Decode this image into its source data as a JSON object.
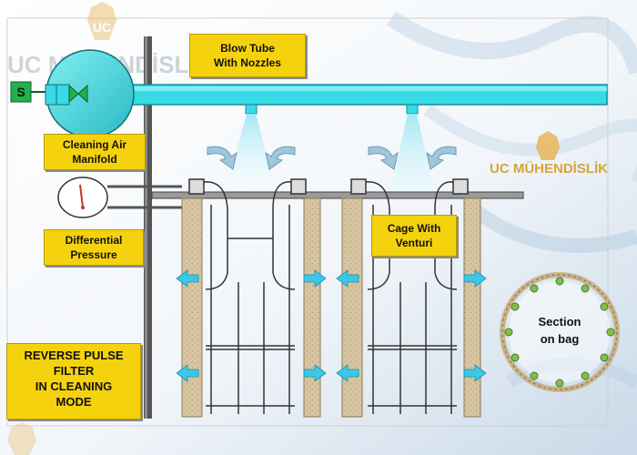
{
  "labels": {
    "blow_tube": [
      "Blow Tube",
      "With Nozzles"
    ],
    "cleaning_air_manifold": [
      "Cleaning Air",
      "Manifold"
    ],
    "differential_pressure": [
      "Differential",
      "Pressure"
    ],
    "cage_with_venturi": [
      "Cage With",
      "Venturi"
    ],
    "solenoid": "S",
    "section_on_bag": [
      "Section",
      "on bag"
    ],
    "title": [
      "REVERSE PULSE",
      "FILTER",
      "IN CLEANING",
      "MODE"
    ]
  },
  "watermark": {
    "brand_text": "UC MÜHENDİSLİK",
    "top_text": "UC MÜHENDİSLİK",
    "badge_letters": "UC"
  },
  "colors": {
    "label_fill": "#f5d20e",
    "pipe_fill": "#37dbe6",
    "bag_fill": "#d9c9a6",
    "arrow_fill": "#3cc7e8",
    "solenoid_fill": "#22b14c",
    "watermark_gold": "#d9a43a"
  }
}
